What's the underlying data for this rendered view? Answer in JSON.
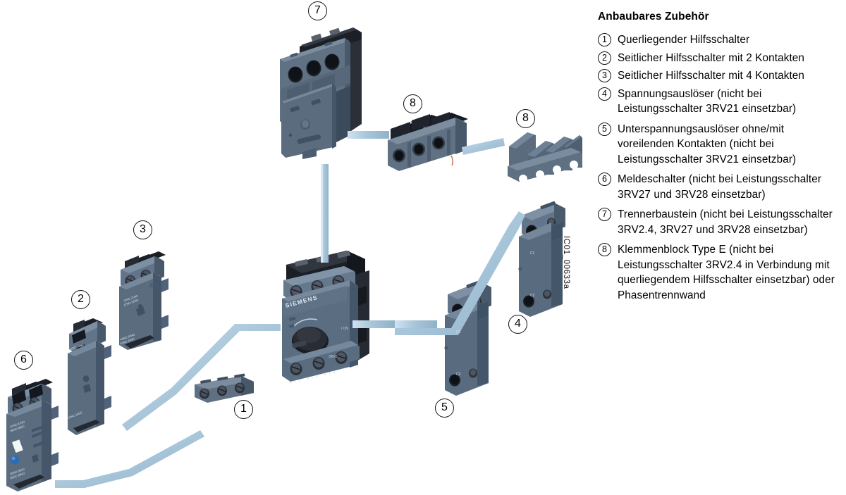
{
  "legend": {
    "title": "Anbaubares Zubehör",
    "items": [
      {
        "num": "1",
        "text": "Querliegender Hilfsschalter"
      },
      {
        "num": "2",
        "text": "Seitlicher Hilfsschalter mit 2 Kontakten"
      },
      {
        "num": "3",
        "text": "Seitlicher Hilfsschalter mit 4 Kontakten"
      },
      {
        "num": "4",
        "text": "Spannungsauslöser (nicht bei Leistungsschalter 3RV21 einsetzbar)"
      },
      {
        "num": "5",
        "text": "Unterspannungsauslöser ohne/mit voreilenden Kontakten (nicht bei Leistungsschalter 3RV21 einsetzbar)"
      },
      {
        "num": "6",
        "text": "Meldeschalter (nicht bei Leistungsschalter 3RV27 und 3RV28 einsetzbar)"
      },
      {
        "num": "7",
        "text": "Trennerbaustein (nicht bei Leistungsschalter 3RV2.4, 3RV27 und 3RV28 einsetzbar)"
      },
      {
        "num": "8",
        "text": "Klemmenblock Type E (nicht bei Leistungsschalter 3RV2.4 in Verbindung mit querliegendem Hilfsschalter einsetzbar) oder Phasentrennwand"
      }
    ]
  },
  "callouts": [
    {
      "id": "callout-7",
      "num": "7"
    },
    {
      "id": "callout-8-terminal",
      "num": "8"
    },
    {
      "id": "callout-8-barrier",
      "num": "8"
    },
    {
      "id": "callout-3",
      "num": "3"
    },
    {
      "id": "callout-2",
      "num": "2"
    },
    {
      "id": "callout-6",
      "num": "6"
    },
    {
      "id": "callout-1",
      "num": "1"
    },
    {
      "id": "callout-5",
      "num": "5"
    },
    {
      "id": "callout-4",
      "num": "4"
    }
  ],
  "artwork": {
    "doc_code": "IC01_00633a",
    "brand": "SIEMENS",
    "breaker_on_mark": "I ON",
    "terminal_labels": {
      "aux_4_top": "11NC 21NC",
      "aux_4_top2": "12NO 22NO",
      "aux_4_bottom": "44NO 34NO",
      "aux_4_bottom2": "43NC 33NC",
      "aux_2_top": "11NC 12NC",
      "aux_2_bottom": "13NC 14NC",
      "signal_top": "97NC 97NO",
      "signal_top2": "98NO 98NC",
      "signal_bottom": "95NO 96NC",
      "signal_bottom2": "96NC 95NO",
      "release_top": "C1",
      "release_bottom": "C2",
      "breaker_bottom": "2T1 4T2 6T3",
      "breaker_mid": "3RV2"
    }
  },
  "colors": {
    "body_light": "#6d7f91",
    "body_mid": "#5b6c7e",
    "body_dark": "#46576a",
    "body_darker": "#39485a",
    "black_part": "#1c1f26",
    "black_part_light": "#2b3038",
    "guide_blue": "#a9c6da",
    "guide_blue_light": "#c4daea",
    "screw": "#2a2d33",
    "indicator_blue": "#2f6bb5",
    "background": "#ffffff"
  }
}
